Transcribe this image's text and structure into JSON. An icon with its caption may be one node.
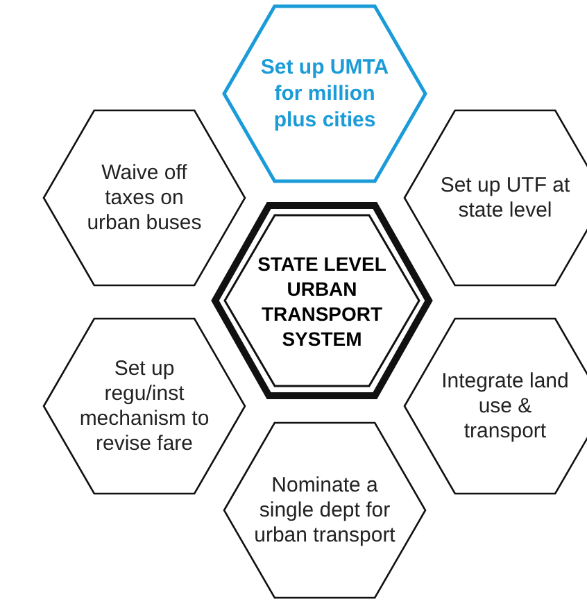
{
  "diagram": {
    "nodes": [
      {
        "text": [
          "Set up UMTA for million plus cities"
        ]
      },
      {
        "text": [
          "Waive off taxes on urban buses"
        ]
      },
      {
        "text": [
          "Set up UTF at state level"
        ]
      },
      {
        "text": [
          "STATE LEVEL URBAN TRANSPORT SYSTEM"
        ]
      },
      {
        "text": [
          "Set up regu/inst mechanism to revise fare"
        ]
      },
      {
        "text": [
          "Integrate land use & transport"
        ]
      },
      {
        "text": [
          "Nominate a single dept for urban transport"
        ]
      }
    ]
  }
}
